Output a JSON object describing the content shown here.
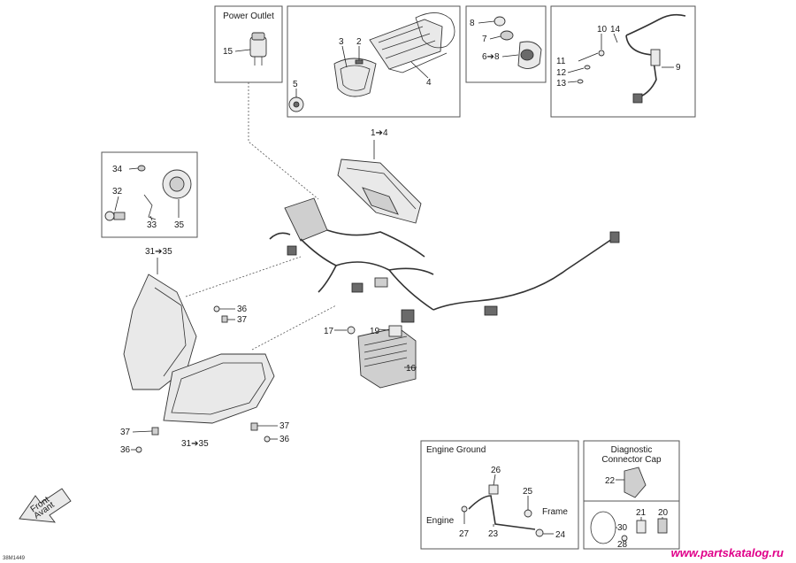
{
  "diagram": {
    "boxes": {
      "power_outlet": "Power Outlet",
      "engine_ground": "Engine Ground",
      "diagnostic_cap_line1": "Diagnostic",
      "diagnostic_cap_line2": "Connector Cap"
    },
    "callouts": {
      "p1_4": "1➔4",
      "p2": "2",
      "p3": "3",
      "p4": "4",
      "p5": "5",
      "p6_8": "6➔8",
      "p7": "7",
      "p8": "8",
      "p9": "9",
      "p10": "10",
      "p11": "11",
      "p12": "12",
      "p13": "13",
      "p14": "14",
      "p15": "15",
      "p16": "16",
      "p17": "17",
      "p19": "19",
      "p20": "20",
      "p21": "21",
      "p22": "22",
      "p23": "23",
      "p24": "24",
      "p25": "25",
      "p26": "26",
      "p27": "27",
      "p28": "28",
      "p30": "30",
      "p31_35_a": "31➔35",
      "p31_35_b": "31➔35",
      "p32": "32",
      "p33": "33",
      "p34": "34",
      "p35": "35",
      "p36_a": "36",
      "p36_b": "36",
      "p36_c": "36",
      "p37_a": "37",
      "p37_b": "37",
      "p37_c": "37"
    },
    "engine_label": "Engine",
    "frame_label": "Frame",
    "front_arrow_line1": "Front",
    "front_arrow_line2": "Avant",
    "drawing_code": "38M1449",
    "watermark": "www.partskatalog.ru"
  },
  "colors": {
    "line": "#333333",
    "watermark": "#e0008a",
    "part_fill": "#e9e9e9"
  }
}
